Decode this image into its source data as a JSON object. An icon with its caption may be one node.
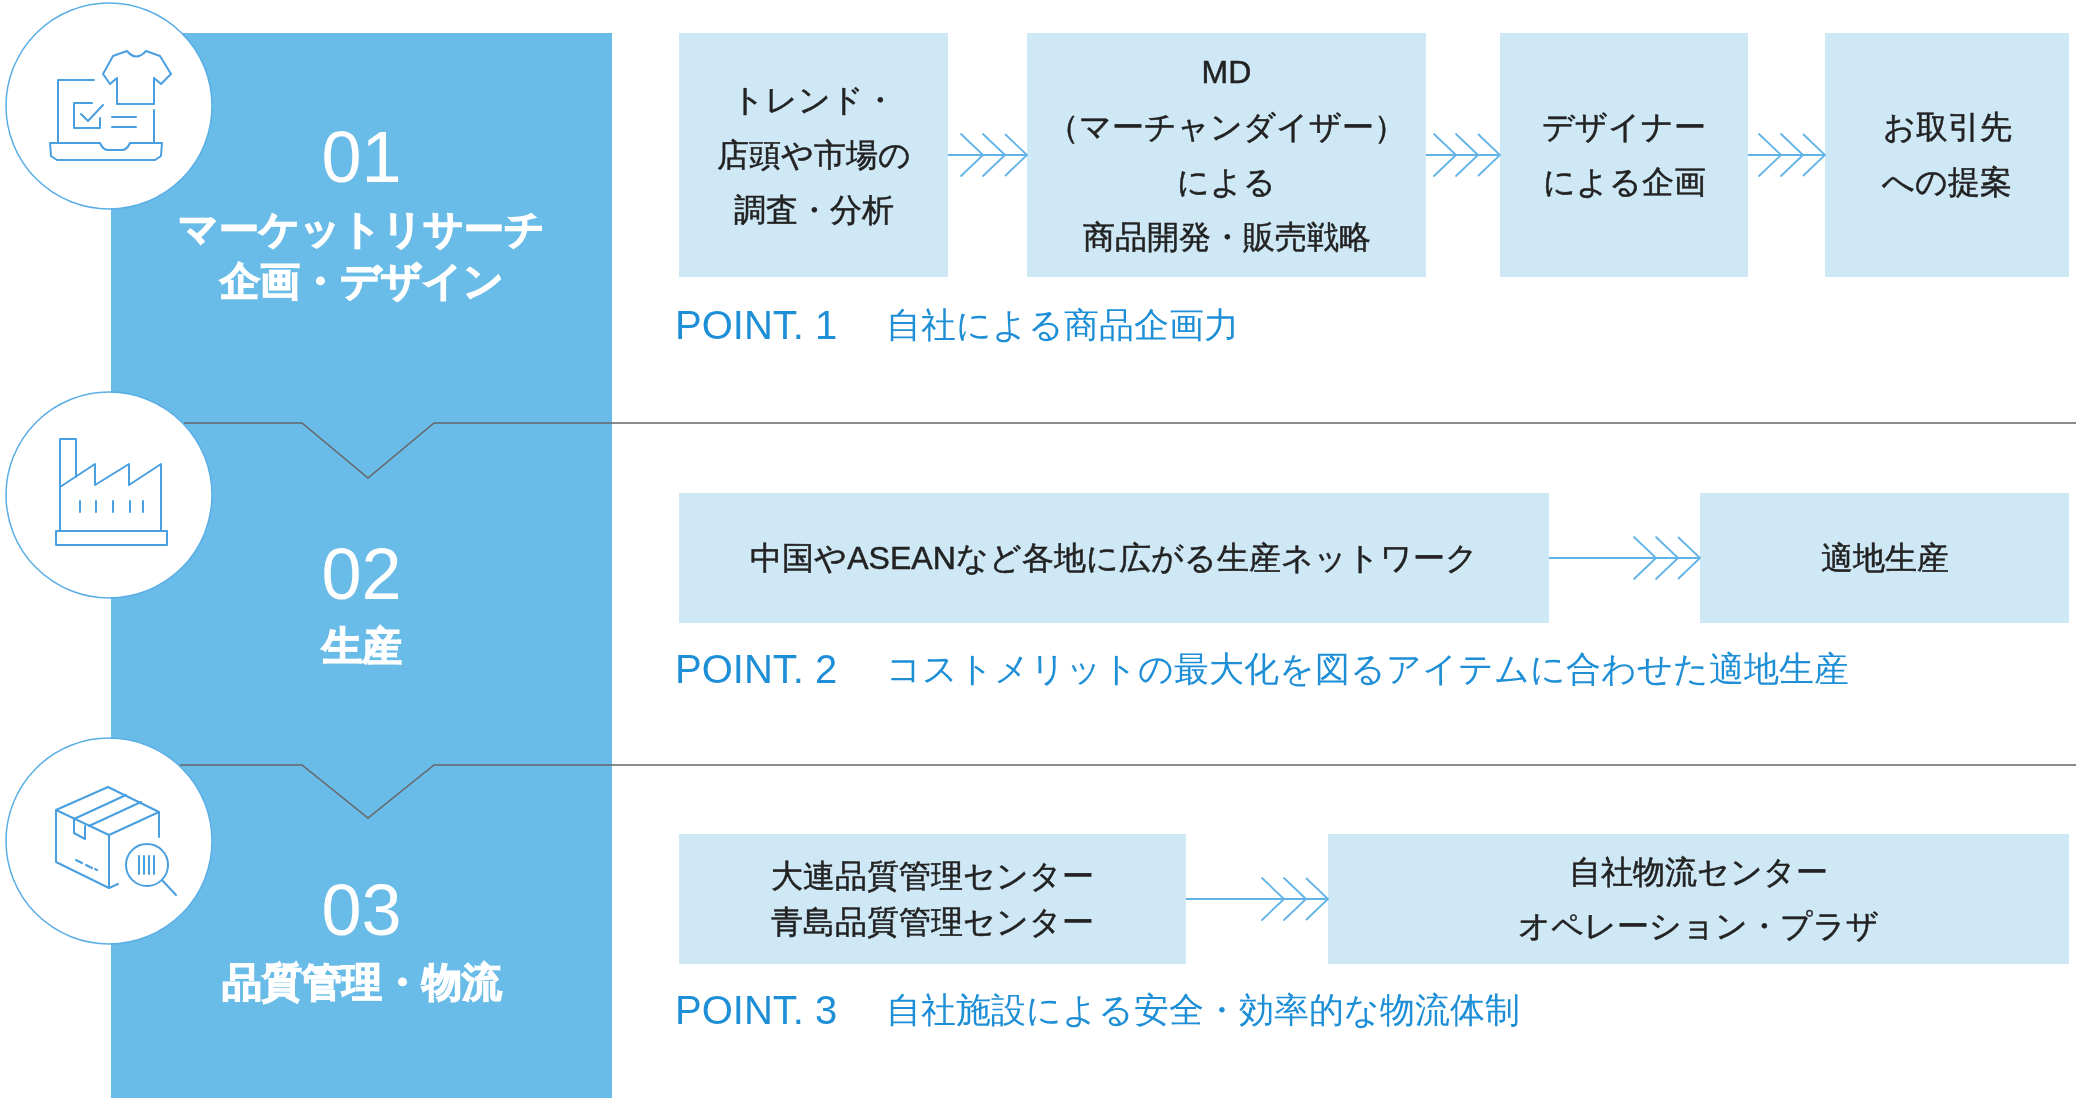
{
  "diagram": {
    "nodes": [
      {
        "text": [
          "01",
          "マーケットリサーチ企画・デザイン"
        ]
      },
      {
        "text": [
          "トレンド・店頭や市場の調査・分析"
        ]
      },
      {
        "text": [
          "MD（マーチャンダイザー）による商品開発・販売戦略"
        ]
      },
      {
        "text": [
          "デザイナーによる企画"
        ]
      },
      {
        "text": [
          "お取引先への提案"
        ]
      },
      {
        "text": [
          "02",
          "生産"
        ]
      },
      {
        "text": [
          "中国やASEANなど各地に広がる生産ネットワーク"
        ]
      },
      {
        "text": [
          "適地生産"
        ]
      },
      {
        "text": [
          "03",
          "品質管理・物流"
        ]
      },
      {
        "text": [
          "大連品質管理センター青島品質管理センター"
        ]
      },
      {
        "text": [
          "自社物流センターオペレーション・プラザ"
        ]
      }
    ],
    "edges": [
      {
        "from": 1,
        "to": 2,
        "arrow": "to"
      },
      {
        "from": 2,
        "to": 3,
        "arrow": "to"
      },
      {
        "from": 3,
        "to": 4,
        "arrow": "to"
      },
      {
        "from": 6,
        "to": 7,
        "arrow": "to"
      },
      {
        "from": 9,
        "to": 10,
        "arrow": "to"
      }
    ],
    "labels": [
      "POINT. 1",
      "自社による商品企画力",
      "POINT. 2",
      "コストメリットの最大化を図るアイテムに合わせた適地生産",
      "POINT. 3",
      "自社施設による安全・効率的な物流体制"
    ]
  }
}
